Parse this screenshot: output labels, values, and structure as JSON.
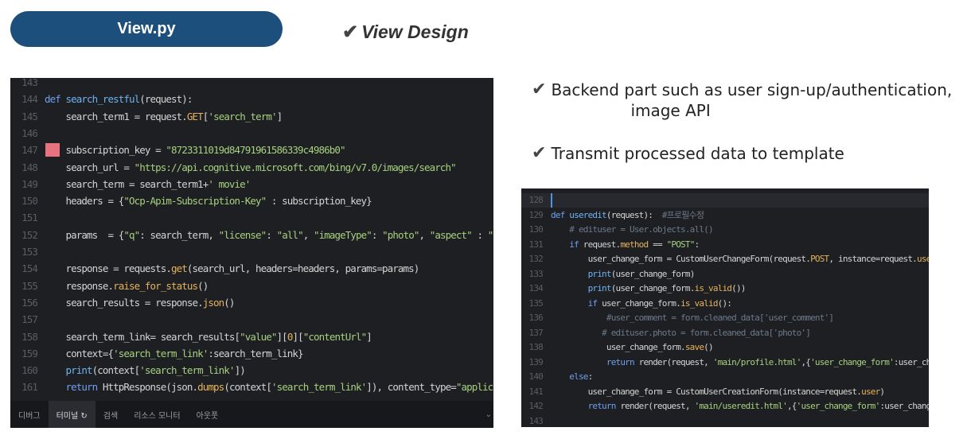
{
  "header": {
    "file_pill": "View.py",
    "section_check": "✔",
    "section_title": "View Design"
  },
  "bullets": [
    {
      "check": "✔",
      "line1": "Backend part such as user sign-up/authentication,",
      "line2": "image API"
    },
    {
      "check": "✔",
      "line1": "Transmit processed data to template",
      "line2": ""
    }
  ],
  "editor1": {
    "lines": [
      {
        "n": "143",
        "code": ""
      },
      {
        "n": "144",
        "code": "<span class='kw'>def</span> <span class='fn'>search_restful</span>(request):"
      },
      {
        "n": "145",
        "code": "    search_term1 = request.<span class='ko'>GET</span>[<span class='str'>'search_term'</span>]"
      },
      {
        "n": "146",
        "code": ""
      },
      {
        "n": "147",
        "code": "    subscription_key = <span class='str'>\"8723311019d84791961586339c4986b0\"</span>"
      },
      {
        "n": "148",
        "code": "    search_url = <span class='str'>\"https://api.cognitive.microsoft.com/bing/v7.0/images/search\"</span>"
      },
      {
        "n": "149",
        "code": "    search_term = search_term1+<span class='str'>' movie'</span>"
      },
      {
        "n": "150",
        "code": "    headers = {<span class='str'>\"Ocp-Apim-Subscription-Key\"</span> : subscription_key}"
      },
      {
        "n": "151",
        "code": ""
      },
      {
        "n": "152",
        "code": "    params  = {<span class='str'>\"q\"</span>: search_term, <span class='str'>\"license\"</span>: <span class='str'>\"all\"</span>, <span class='str'>\"imageType\"</span>: <span class='str'>\"photo\"</span>, <span class='str'>\"aspect\"</span> : <span class='str'>\"tall\"</span>}"
      },
      {
        "n": "153",
        "code": ""
      },
      {
        "n": "154",
        "code": "    response = requests.<span class='ko'>get</span>(search_url, headers=headers, params=params)"
      },
      {
        "n": "155",
        "code": "    response.<span class='ko'>raise_for_status</span>()"
      },
      {
        "n": "156",
        "code": "    search_results = response.<span class='ko'>json</span>()"
      },
      {
        "n": "157",
        "code": ""
      },
      {
        "n": "158",
        "code": "    search_term_link= search_results[<span class='str'>\"value\"</span>][<span class='ko'>0</span>][<span class='str'>\"contentUrl\"</span>]"
      },
      {
        "n": "159",
        "code": "    context={<span class='str'>'search_term_link'</span>:search_term_link}"
      },
      {
        "n": "160",
        "code": "    <span class='fn'>print</span>(context[<span class='str'>'search_term_link'</span>])"
      },
      {
        "n": "161",
        "code": "    <span class='kw'>return</span> HttpResponse(json.<span class='ko'>dumps</span>(context[<span class='str'>'search_term_link'</span>]), content_type=<span class='str'>\"application/json\"</span>)"
      }
    ],
    "tabs": [
      "디버그",
      "터미널 ↻",
      "검색",
      "리소스 모니터",
      "아웃풋"
    ],
    "chevron": "⌄"
  },
  "editor2": {
    "lines": [
      {
        "n": "128",
        "code": ""
      },
      {
        "n": "129",
        "code": "<span class='kw'>def</span> <span class='fn'>useredit</span>(request):  <span class='cm'>#프로필수정</span>"
      },
      {
        "n": "130",
        "code": "    <span class='cm'># edituser = User.objects.all()</span>"
      },
      {
        "n": "131",
        "code": "    <span class='kw'>if</span> request.<span class='ko'>method</span> == <span class='str'>\"POST\"</span>:"
      },
      {
        "n": "132",
        "code": "        user_change_form = CustomUserChangeForm(request.<span class='ko'>POST</span>, instance=request.<span class='ko'>user</span>)"
      },
      {
        "n": "133",
        "code": "        <span class='fn'>print</span>(user_change_form)"
      },
      {
        "n": "134",
        "code": "        <span class='fn'>print</span>(user_change_form.<span class='ko'>is_valid</span>())"
      },
      {
        "n": "135",
        "code": "        <span class='kw'>if</span> user_change_form.<span class='ko'>is_valid</span>():"
      },
      {
        "n": "136",
        "code": "            <span class='cm'>#user_comment = form.cleaned_data['user_comment']</span>"
      },
      {
        "n": "137",
        "code": "           <span class='cm'># edituser.photo = form.cleaned_data['photo']</span>"
      },
      {
        "n": "138",
        "code": "            user_change_form.<span class='ko'>save</span>()"
      },
      {
        "n": "139",
        "code": "            <span class='kw'>return</span> render(request, <span class='str'>'main/profile.html'</span>,{<span class='str'>'user_change_form'</span>:user_change_form})"
      },
      {
        "n": "140",
        "code": "    <span class='kw'>else</span>:"
      },
      {
        "n": "141",
        "code": "        user_change_form = CustomUserCreationForm(instance=request.<span class='ko'>user</span>)"
      },
      {
        "n": "142",
        "code": "        <span class='kw'>return</span> render(request, <span class='str'>'main/useredit.html'</span>,{<span class='str'>'user_change_form'</span>:user_change_form})"
      },
      {
        "n": "143",
        "code": ""
      }
    ]
  }
}
